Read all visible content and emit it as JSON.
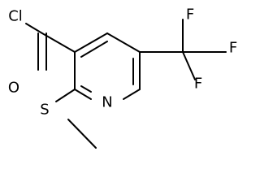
{
  "structure": {
    "atoms": {
      "cl": "Cl",
      "o": "O",
      "n": "N",
      "s": "S",
      "f_top_left": "F",
      "f_top_right": "F",
      "f_bottom": "F"
    }
  },
  "colors": {
    "bond": "#000000",
    "label": "#000000",
    "background": "#ffffff"
  }
}
